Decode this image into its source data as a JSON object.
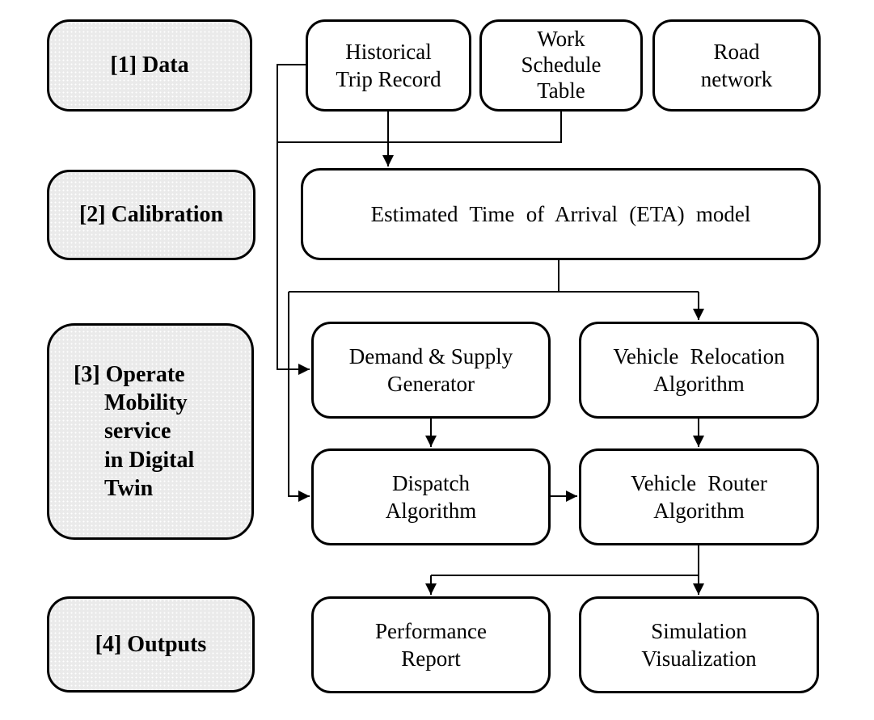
{
  "diagram": {
    "title": "Digital twin mobility service framework flowchart",
    "colors": {
      "stroke": "#000000",
      "stage_fill": "#eaeaea",
      "node_fill": "#ffffff",
      "background": "#ffffff"
    },
    "stages": [
      {
        "id": "stage-1",
        "label_lines": [
          "[1] Data"
        ]
      },
      {
        "id": "stage-2",
        "label_lines": [
          "[2] Calibration"
        ]
      },
      {
        "id": "stage-3",
        "label_lines": [
          "[3] Operate",
          "Mobility",
          "service",
          "in Digital",
          "Twin"
        ]
      },
      {
        "id": "stage-4",
        "label_lines": [
          "[4] Outputs"
        ]
      }
    ],
    "nodes": {
      "historical_trip_record": {
        "lines": [
          "Historical",
          "Trip Record"
        ]
      },
      "work_schedule_table": {
        "lines": [
          "Work",
          "Schedule",
          "Table"
        ]
      },
      "road_network": {
        "lines": [
          "Road",
          "network"
        ]
      },
      "eta_model": {
        "lines": [
          "Estimated Time of Arrival (ETA) model"
        ]
      },
      "demand_supply_generator": {
        "lines": [
          "Demand & Supply",
          "Generator"
        ]
      },
      "vehicle_relocation_algorithm": {
        "lines": [
          "Vehicle Relocation",
          "Algorithm"
        ]
      },
      "dispatch_algorithm": {
        "lines": [
          "Dispatch",
          "Algorithm"
        ]
      },
      "vehicle_router_algorithm": {
        "lines": [
          "Vehicle Router",
          "Algorithm"
        ]
      },
      "performance_report": {
        "lines": [
          "Performance",
          "Report"
        ]
      },
      "simulation_visualization": {
        "lines": [
          "Simulation",
          "Visualization"
        ]
      }
    },
    "edges": [
      {
        "from": "historical_trip_record",
        "to": "eta_model"
      },
      {
        "from": "historical_trip_record",
        "to": "demand_supply_generator"
      },
      {
        "from": "work_schedule_table",
        "to": "demand_supply_generator"
      },
      {
        "from": "eta_model",
        "to": "vehicle_relocation_algorithm"
      },
      {
        "from": "eta_model",
        "to": "dispatch_algorithm"
      },
      {
        "from": "demand_supply_generator",
        "to": "dispatch_algorithm"
      },
      {
        "from": "vehicle_relocation_algorithm",
        "to": "vehicle_router_algorithm"
      },
      {
        "from": "dispatch_algorithm",
        "to": "vehicle_router_algorithm"
      },
      {
        "from": "vehicle_router_algorithm",
        "to": "performance_report"
      },
      {
        "from": "vehicle_router_algorithm",
        "to": "simulation_visualization"
      }
    ]
  }
}
